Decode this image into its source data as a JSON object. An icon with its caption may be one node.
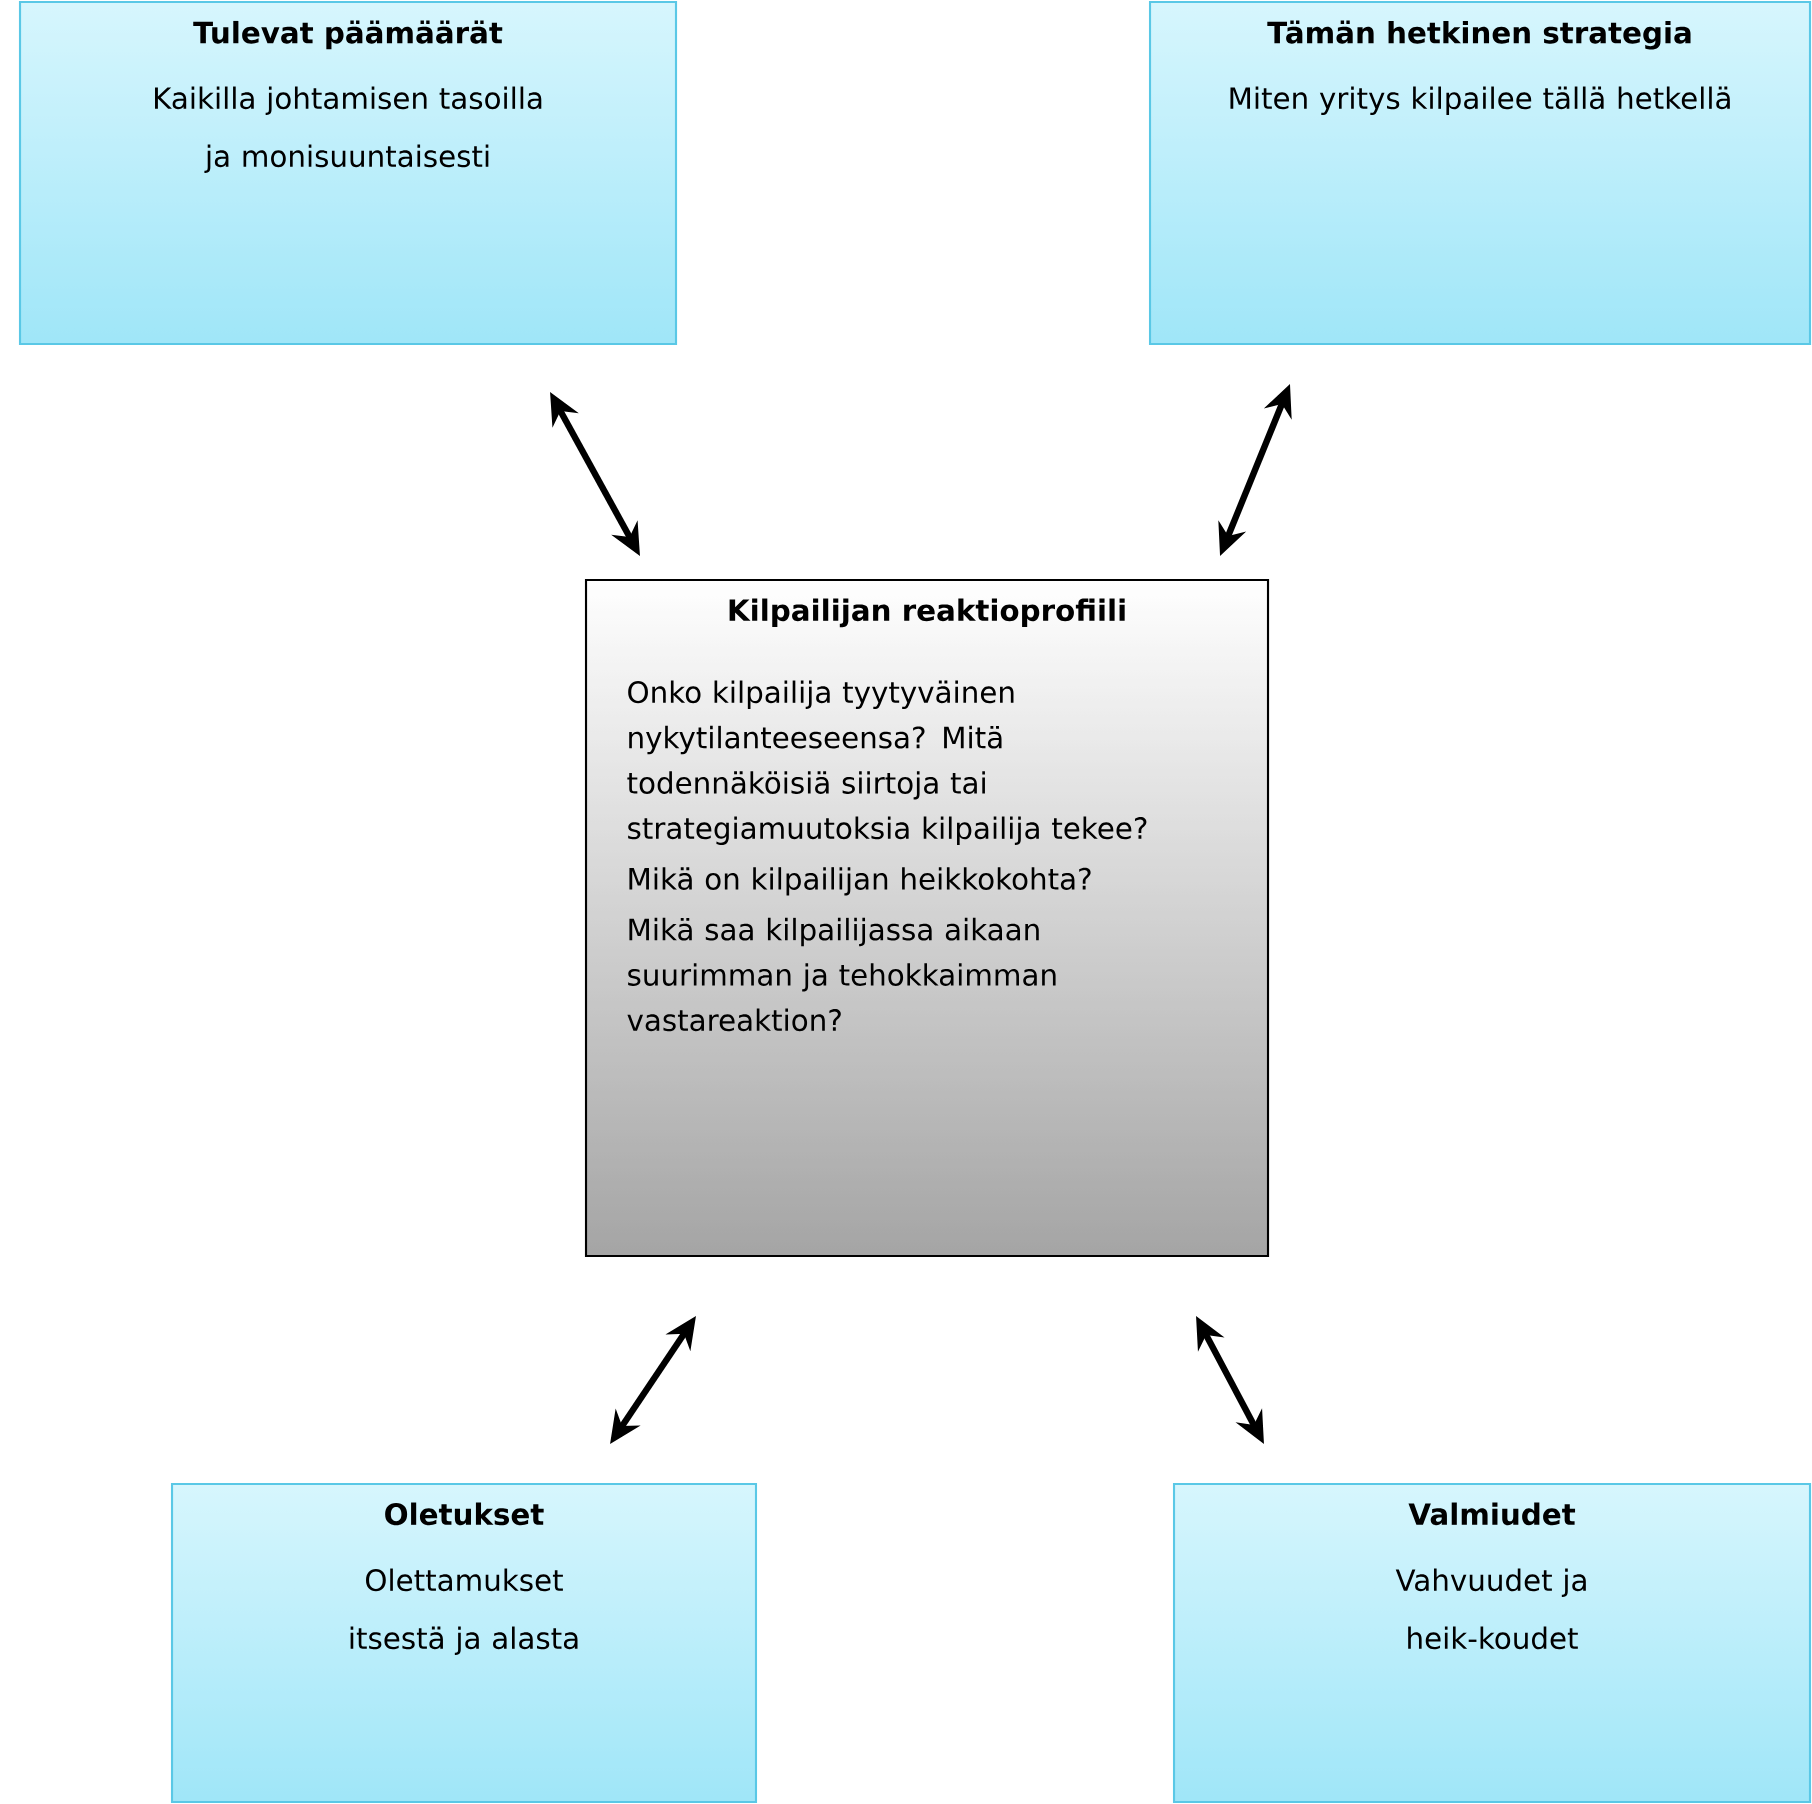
{
  "diagram": {
    "nodes": [
      {
        "text": [
          "Tulevat päämäärät",
          "Kaikilla johtamisen tasoilla ja monisuuntaisesti"
        ]
      },
      {
        "text": [
          "Tämän hetkinen strategia",
          "Miten yritys kilpailee tällä hetkellä"
        ]
      },
      {
        "text": [
          "Kilpailijan reaktioprofiili",
          "Onko kilpailija tyytyväinen nykytilanteeseensa? Mitä todennäköisiä siirtoja tai strategiamuutoksia kilpailija tekee?",
          "Mikä on kilpailijan heikkokohta?",
          "Mikä saa kilpailijassa aikaan suurimman ja tehokkaimman vastareaktion?"
        ]
      },
      {
        "text": [
          "Oletukset",
          "Olettamukset itsestä ja alasta"
        ]
      },
      {
        "text": [
          "Valmiudet",
          "Vahvuudet ja heik-koudet"
        ]
      }
    ],
    "edges": [
      {
        "from": 0,
        "to": 2,
        "arrow": "both"
      },
      {
        "from": 1,
        "to": 2,
        "arrow": "both"
      },
      {
        "from": 2,
        "to": 3,
        "arrow": "both"
      },
      {
        "from": 2,
        "to": 4,
        "arrow": "both"
      }
    ]
  }
}
